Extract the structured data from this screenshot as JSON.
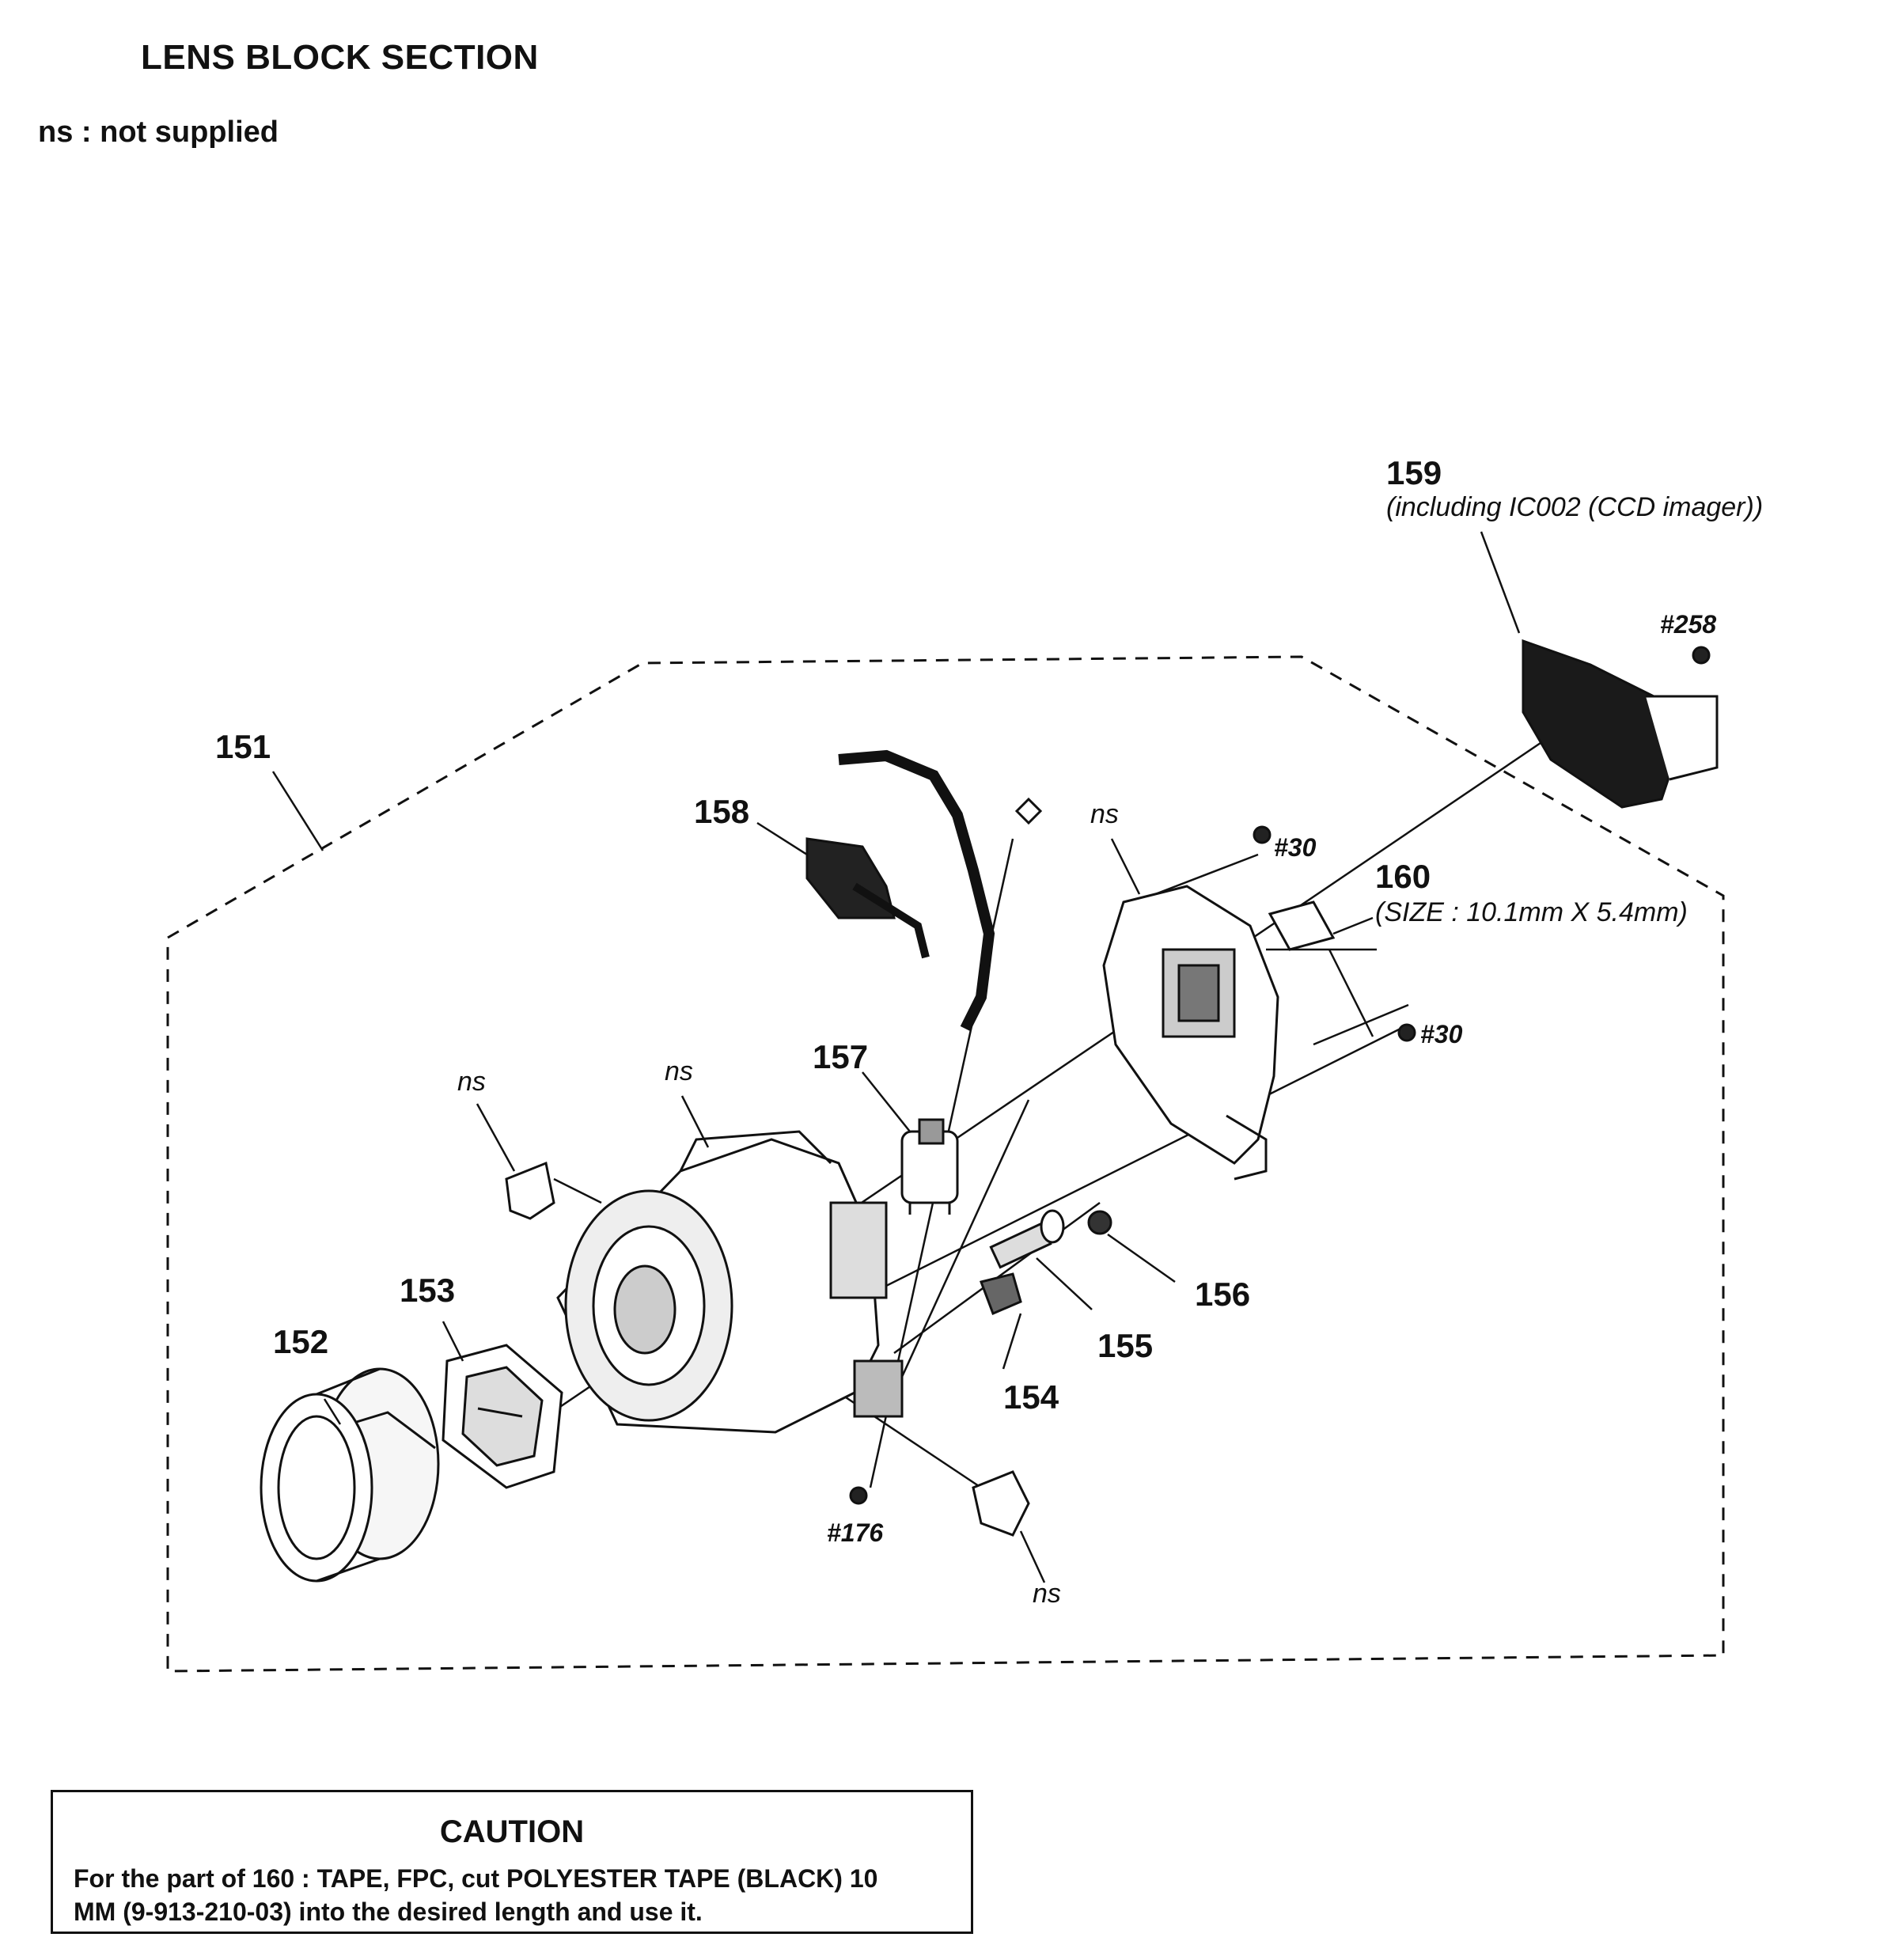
{
  "title": "LENS BLOCK SECTION",
  "legend": "ns : not supplied",
  "callouts": [
    {
      "id": "151",
      "label": "151"
    },
    {
      "id": "152",
      "label": "152"
    },
    {
      "id": "153",
      "label": "153"
    },
    {
      "id": "154",
      "label": "154"
    },
    {
      "id": "155",
      "label": "155"
    },
    {
      "id": "156",
      "label": "156"
    },
    {
      "id": "157",
      "label": "157"
    },
    {
      "id": "158",
      "label": "158"
    },
    {
      "id": "159",
      "label": "159",
      "note": "(including IC002 (CCD imager))"
    },
    {
      "id": "160",
      "label": "160",
      "note": "(SIZE : 10.1mm X 5.4mm)"
    }
  ],
  "ns_label": "ns",
  "screws": {
    "s258": "#258",
    "s30": "#30",
    "s176": "#176"
  },
  "caution": {
    "title": "CAUTION",
    "line1": "For the part of 160 : TAPE, FPC, cut POLYESTER TAPE (BLACK) 10",
    "line2": "MM (9-913-210-03) into the desired length and use it."
  }
}
